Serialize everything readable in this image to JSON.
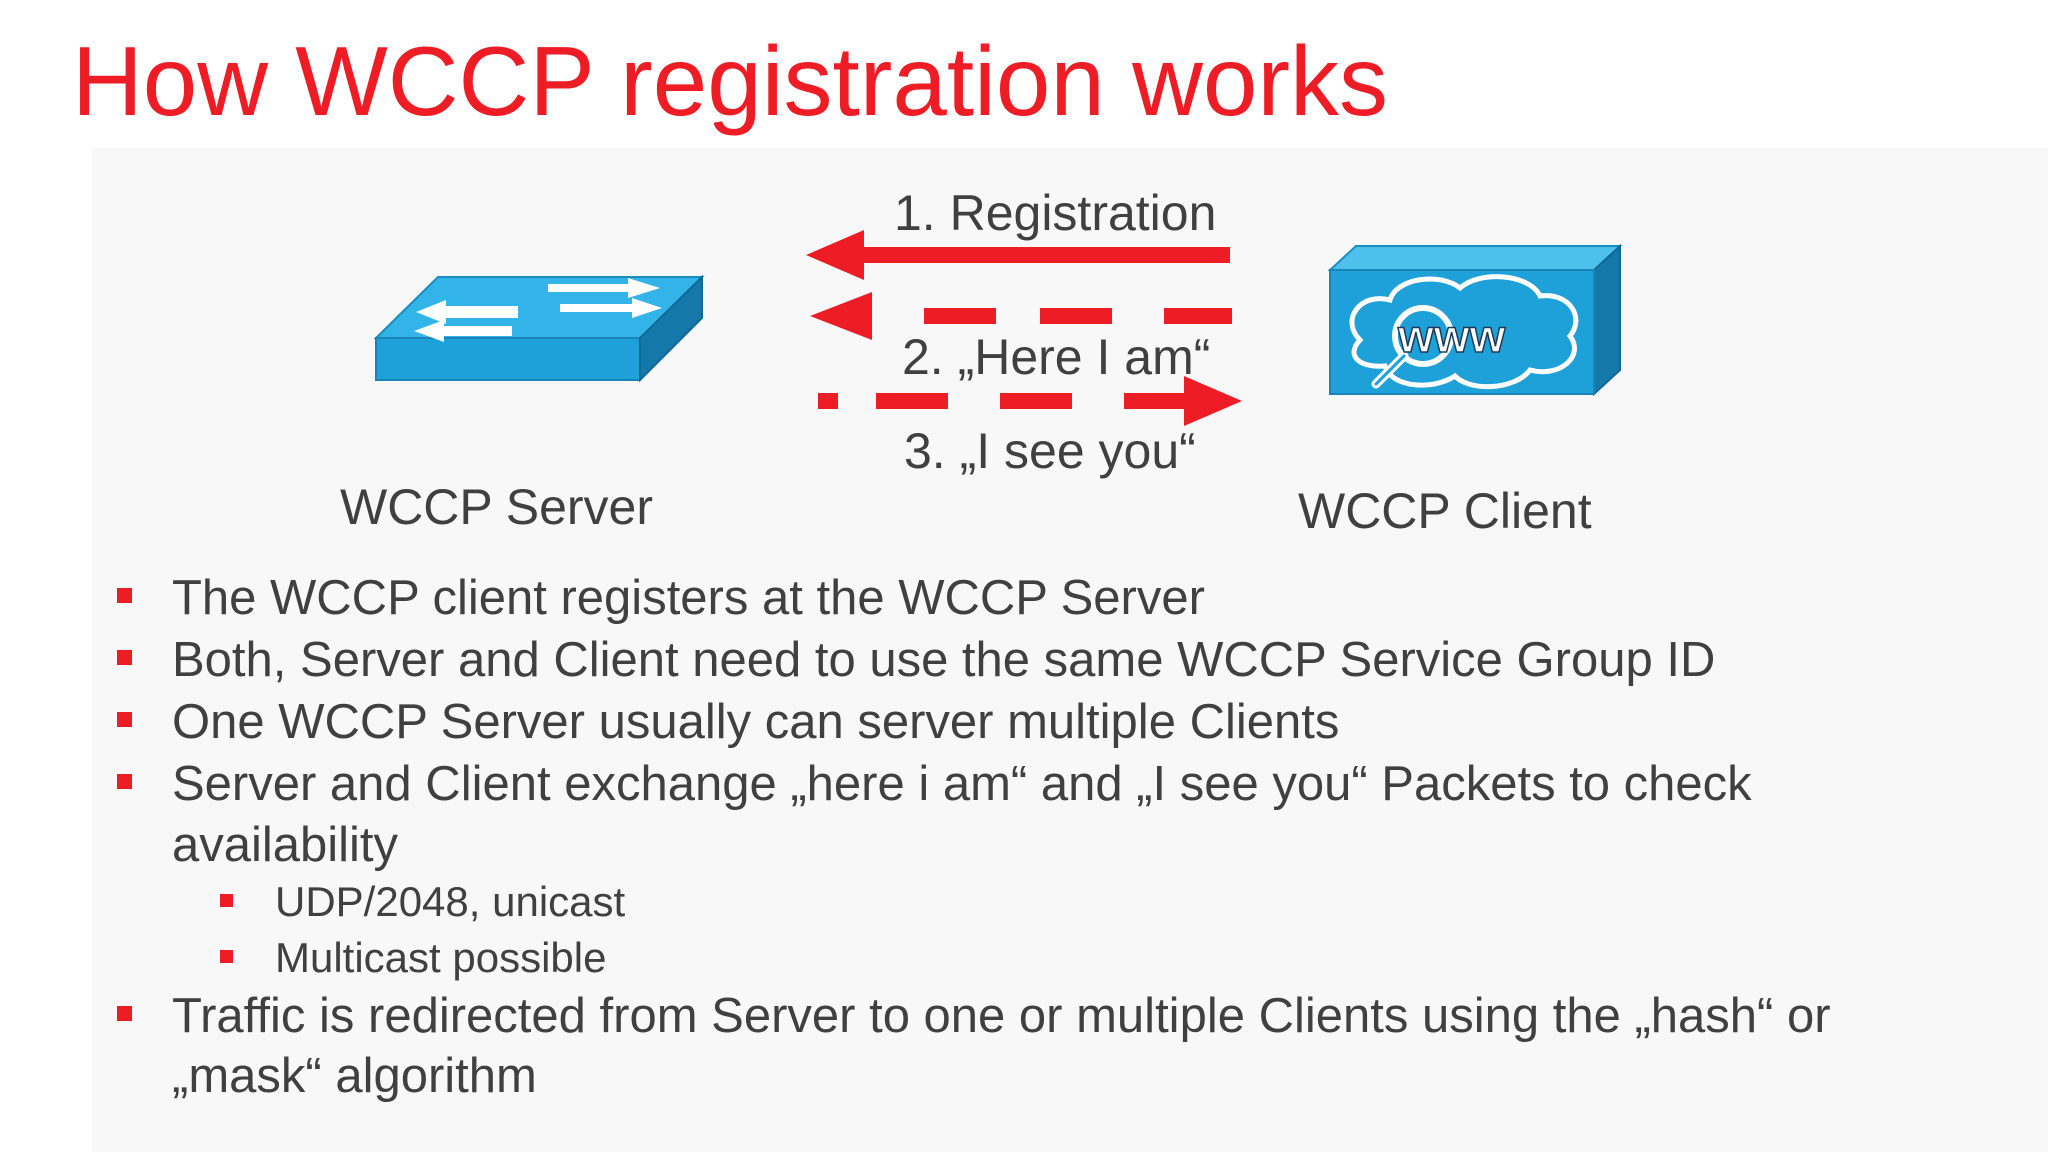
{
  "title": "How WCCP registration works",
  "diagram": {
    "arrow1_label": "1. Registration",
    "arrow2_label": "2. „Here I am“",
    "arrow3_label": "3. „I see you“",
    "server_label": "WCCP Server",
    "client_label": "WCCP Client",
    "server_icon": "switch-icon",
    "client_icon": "www-cloud-icon",
    "client_icon_text": "www",
    "arrow_color": "#ee1c24",
    "device_color": "#1ea0d8"
  },
  "bullets": [
    "The WCCP client registers at the WCCP Server",
    "Both, Server and Client need to use the same WCCP Service Group ID",
    "One WCCP Server usually can server multiple Clients",
    "Server and Client exchange „here i am“ and „I see you“ Packets to check",
    "availability",
    "UDP/2048, unicast",
    "Multicast possible",
    "Traffic is redirected from Server to one or multiple Clients using the „hash“ or",
    "„mask“ algorithm"
  ],
  "colors": {
    "title": "#ee1c24",
    "text": "#404040",
    "bullet": "#ee1c24"
  }
}
